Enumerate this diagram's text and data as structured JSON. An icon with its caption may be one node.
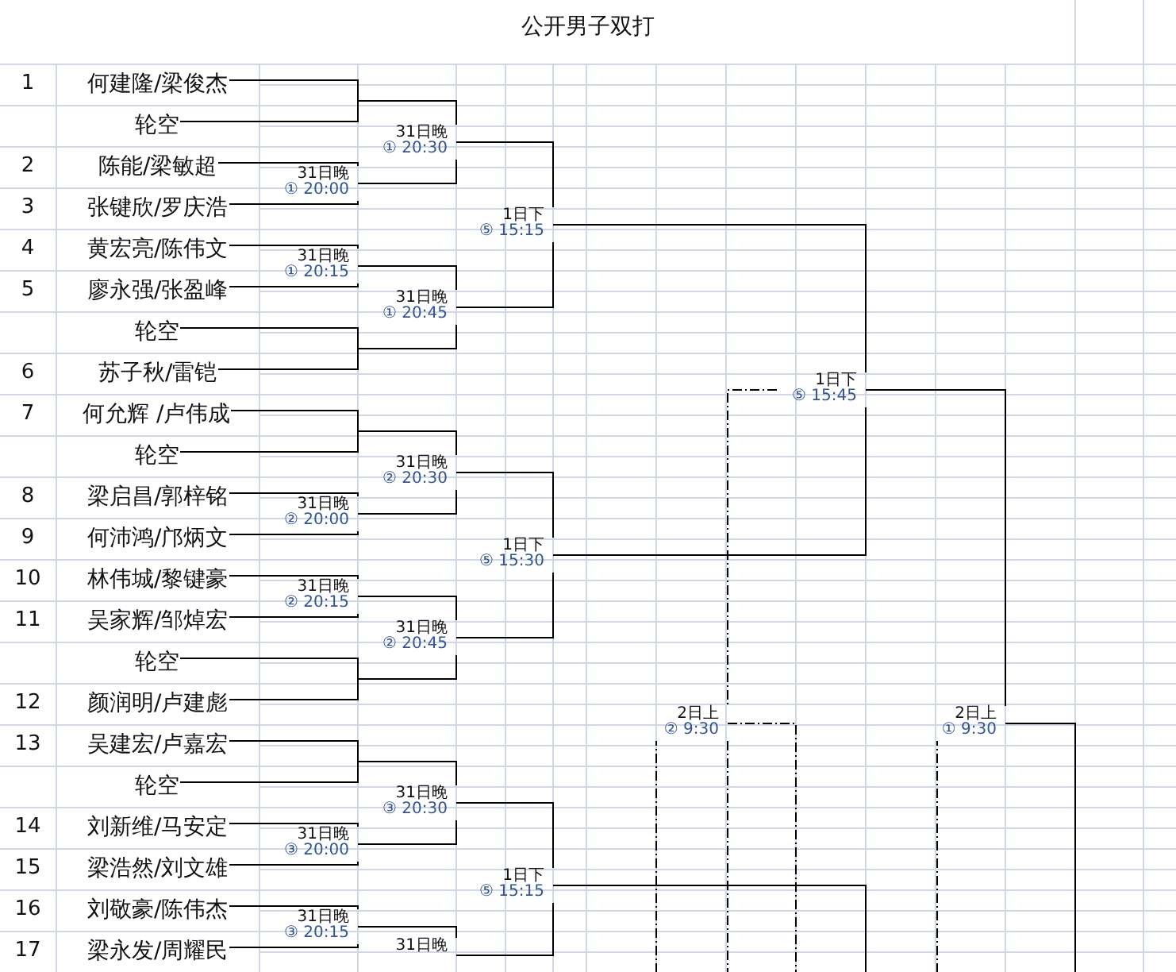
{
  "diagram": {
    "title": "公开男子双打",
    "nodes": [
      {
        "text": [
          "何建隆/梁俊杰"
        ],
        "beside": [
          "1"
        ]
      },
      {
        "text": [
          "轮空"
        ]
      },
      {
        "text": [
          "陈能/梁敏超"
        ],
        "beside": [
          "2"
        ]
      },
      {
        "text": [
          "张键欣/罗庆浩"
        ],
        "beside": [
          "3"
        ]
      },
      {
        "text": [
          "黄宏亮/陈伟文"
        ],
        "beside": [
          "4"
        ]
      },
      {
        "text": [
          "廖永强/张盈峰"
        ],
        "beside": [
          "5"
        ]
      },
      {
        "text": [
          "轮空"
        ]
      },
      {
        "text": [
          "苏子秋/雷铠"
        ],
        "beside": [
          "6"
        ]
      },
      {
        "text": [
          "何允辉 /卢伟成"
        ],
        "beside": [
          "7"
        ]
      },
      {
        "text": [
          "轮空"
        ]
      },
      {
        "text": [
          "梁启昌/郭梓铭"
        ],
        "beside": [
          "8"
        ]
      },
      {
        "text": [
          "何沛鸿/邝炳文"
        ],
        "beside": [
          "9"
        ]
      },
      {
        "text": [
          "林伟城/黎键豪"
        ],
        "beside": [
          "10"
        ]
      },
      {
        "text": [
          "吴家辉/邹焯宏"
        ],
        "beside": [
          "11"
        ]
      },
      {
        "text": [
          "轮空"
        ]
      },
      {
        "text": [
          "颜润明/卢建彪"
        ],
        "beside": [
          "12"
        ]
      },
      {
        "text": [
          "吴建宏/卢嘉宏"
        ],
        "beside": [
          "13"
        ]
      },
      {
        "text": [
          "轮空"
        ]
      },
      {
        "text": [
          "刘新维/马安定"
        ],
        "beside": [
          "14"
        ]
      },
      {
        "text": [
          "梁浩然/刘文雄"
        ],
        "beside": [
          "15"
        ]
      },
      {
        "text": [
          "刘敬豪/陈伟杰"
        ],
        "beside": [
          "16"
        ]
      },
      {
        "text": [
          "梁永发/周耀民"
        ],
        "beside": [
          "17"
        ]
      },
      {
        "text": [
          "31日晚",
          "① 20:00"
        ]
      },
      {
        "text": [
          "31日晚",
          "① 20:15"
        ]
      },
      {
        "text": [
          "31日晚",
          "① 20:30"
        ]
      },
      {
        "text": [
          "31日晚",
          "① 20:45"
        ]
      },
      {
        "text": [
          "1日下",
          "⑤ 15:15"
        ]
      },
      {
        "text": [
          "31日晚",
          "② 20:00"
        ]
      },
      {
        "text": [
          "31日晚",
          "② 20:15"
        ]
      },
      {
        "text": [
          "31日晚",
          "② 20:30"
        ]
      },
      {
        "text": [
          "31日晚",
          "② 20:45"
        ]
      },
      {
        "text": [
          "1日下",
          "⑤ 15:30"
        ]
      },
      {
        "text": [
          "31日晚",
          "③ 20:00"
        ]
      },
      {
        "text": [
          "31日晚",
          "③ 20:15"
        ]
      },
      {
        "text": [
          "31日晚",
          "③ 20:30"
        ]
      },
      {
        "text": [
          "31日晚"
        ]
      },
      {
        "text": [
          "1日下",
          "⑤ 15:15"
        ]
      },
      {
        "text": [
          "1日下",
          "⑤ 15:45"
        ]
      },
      {
        "text": [
          "2日上",
          "② 9:30"
        ]
      },
      {
        "text": [
          "2日上",
          "① 9:30"
        ]
      }
    ],
    "edges": [
      {
        "from": 0,
        "to": 24,
        "arrow": "none"
      },
      {
        "from": 1,
        "to": 24,
        "arrow": "none"
      },
      {
        "from": 2,
        "to": 22,
        "arrow": "none"
      },
      {
        "from": 3,
        "to": 22,
        "arrow": "none"
      },
      {
        "from": 22,
        "to": 24,
        "arrow": "none"
      },
      {
        "from": 4,
        "to": 23,
        "arrow": "none"
      },
      {
        "from": 5,
        "to": 23,
        "arrow": "none"
      },
      {
        "from": 23,
        "to": 25,
        "arrow": "none"
      },
      {
        "from": 6,
        "to": 25,
        "arrow": "none"
      },
      {
        "from": 7,
        "to": 25,
        "arrow": "none"
      },
      {
        "from": 24,
        "to": 26,
        "arrow": "none"
      },
      {
        "from": 25,
        "to": 26,
        "arrow": "none"
      },
      {
        "from": 8,
        "to": 29,
        "arrow": "none"
      },
      {
        "from": 9,
        "to": 29,
        "arrow": "none"
      },
      {
        "from": 10,
        "to": 27,
        "arrow": "none"
      },
      {
        "from": 11,
        "to": 27,
        "arrow": "none"
      },
      {
        "from": 27,
        "to": 29,
        "arrow": "none"
      },
      {
        "from": 12,
        "to": 28,
        "arrow": "none"
      },
      {
        "from": 13,
        "to": 28,
        "arrow": "none"
      },
      {
        "from": 28,
        "to": 30,
        "arrow": "none"
      },
      {
        "from": 14,
        "to": 30,
        "arrow": "none"
      },
      {
        "from": 15,
        "to": 30,
        "arrow": "none"
      },
      {
        "from": 29,
        "to": 31,
        "arrow": "none"
      },
      {
        "from": 30,
        "to": 31,
        "arrow": "none"
      },
      {
        "from": 16,
        "to": 34,
        "arrow": "none"
      },
      {
        "from": 17,
        "to": 34,
        "arrow": "none"
      },
      {
        "from": 18,
        "to": 32,
        "arrow": "none"
      },
      {
        "from": 19,
        "to": 32,
        "arrow": "none"
      },
      {
        "from": 32,
        "to": 34,
        "arrow": "none"
      },
      {
        "from": 20,
        "to": 33,
        "arrow": "none"
      },
      {
        "from": 21,
        "to": 33,
        "arrow": "none"
      },
      {
        "from": 33,
        "to": 35,
        "arrow": "none"
      },
      {
        "from": 34,
        "to": 36,
        "arrow": "none"
      },
      {
        "from": 35,
        "to": 36,
        "arrow": "none"
      },
      {
        "from": 26,
        "to": 37,
        "arrow": "none"
      },
      {
        "from": 31,
        "to": 37,
        "arrow": "none"
      },
      {
        "from": 36,
        "to": null,
        "arrow": "none"
      },
      {
        "from": 37,
        "to": 39,
        "arrow": "none"
      },
      {
        "from": 37,
        "to": 38,
        "arrow": "none",
        "style": "dashed"
      },
      {
        "from": null,
        "to": 38,
        "arrow": "none",
        "style": "dashed"
      },
      {
        "from": 38,
        "to": null,
        "arrow": "none",
        "style": "dashed"
      },
      {
        "from": 38,
        "to": null,
        "arrow": "none",
        "style": "dashed"
      },
      {
        "from": null,
        "to": 39,
        "arrow": "none",
        "style": "dashed"
      },
      {
        "from": 39,
        "to": null,
        "arrow": "none"
      }
    ]
  }
}
